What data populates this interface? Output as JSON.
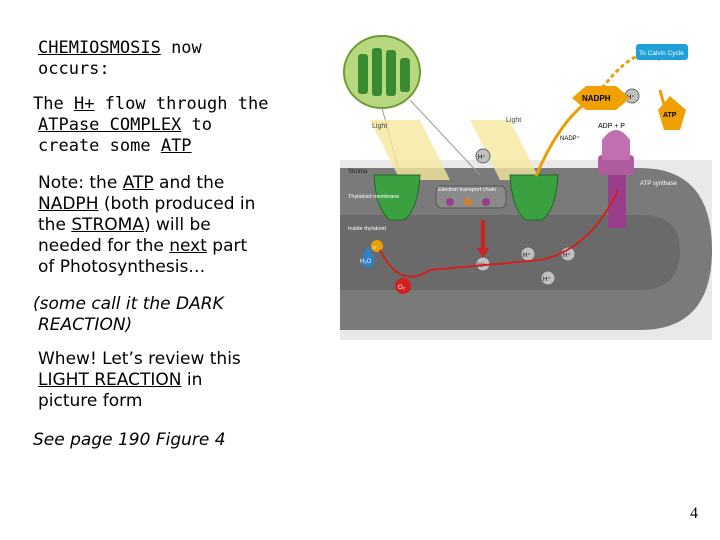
{
  "slide": {
    "para1": {
      "term": "CHEMIOSMOSIS",
      "after": " now",
      "line2": "occurs:"
    },
    "para2": {
      "pre": "The ",
      "h": "H+",
      "mid": " flow through the",
      "term": "ATPase COMPLEX",
      "after": " to",
      "line3_pre": "create some ",
      "atp": "ATP"
    },
    "para3": {
      "pre": "Note: the ",
      "atp": "ATP",
      "mid": " and the",
      "nadph": "NADPH",
      "nadph_after": " (both produced in",
      "l3_pre": "the ",
      "stroma": "STROMA",
      "l3_after": ") will be",
      "l4_pre": "needed for the ",
      "next": "next",
      "l4_after": " part",
      "l5": "of Photosynthesis…"
    },
    "para4": {
      "line1": "(some call it the DARK",
      "line2": "REACTION)"
    },
    "para5": {
      "line1": "Whew!  Let’s review this",
      "term": "LIGHT REACTION",
      "after": " in",
      "line3": "picture form"
    },
    "para6": "See page 190 Figure 4",
    "page_number": "4"
  },
  "figure": {
    "labels": {
      "calvin": "To Calvin Cycle",
      "nadph": "NADPH",
      "h": "H⁺",
      "atp": "ATP",
      "adp": "ADP + P",
      "nadp": "NADP⁺",
      "light1": "Light",
      "light2": "Light",
      "stroma": "Stroma",
      "thylakoid_membrane": "Thylakoid membrane",
      "etc": "Electron transport chain",
      "atp_synthase": "ATP synthase",
      "inside_thylakoid": "Inside thylakoid",
      "h2o": "H₂O",
      "o2": "O₂",
      "e": "e⁻"
    },
    "colors": {
      "membrane": "#808080",
      "stroma_bg": "#e8e8e8",
      "green": "#3aa040",
      "atp_synthase": "#9a3d8a",
      "nadph": "#f0a000",
      "arrow": "#e8a000",
      "red": "#d02020",
      "calvin": "#20a0d8"
    }
  }
}
